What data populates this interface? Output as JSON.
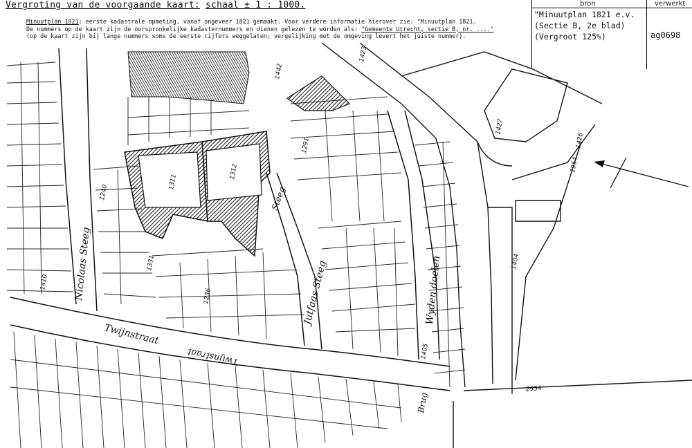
{
  "header": {
    "title_prefix": "Vergroting van de voorgaande kaart:",
    "scale_label": "schaal ± 1 : 1000."
  },
  "note": {
    "line1_lead": "Minuutplan 1821",
    "line1_rest": ": eerste kadastrale opmeting, vanaf ongeveer 1821 gemaakt. Voor verdere informatie hierover zie: \"Minuutplan 1821.",
    "line2_lead": "De nummers op de kaart zijn de oorspronkelijke kadasternummers en dienen gelezen te worden als:",
    "line2_ref": "\"Gemeente Utrecht, sectie B, nr. ....\"",
    "line3": "(op de kaart zijn bij lange nummers soms de eerste cijfers weggelaten; vergelijking met de omgeving levert het juiste nummer)."
  },
  "info_table": {
    "col_source": "bron",
    "col_processed": "verwerkt",
    "source_lines": [
      "\"Minuutplan 1821 e.v.",
      "(Sectie B, 2e blad)",
      "(Vergroot 125%)"
    ],
    "processed_code": "ag0698"
  },
  "map": {
    "street_labels": [
      "Nicolaas Steeg",
      "Twijnstraat",
      "Twijnstraat",
      "Jutfaas Steeg",
      "Wyden doelen",
      "Steeg",
      "Brug"
    ],
    "parcel_numbers": [
      "1442",
      "1423",
      "1427",
      "1426",
      "1311",
      "1312",
      "1331",
      "1405",
      "1404",
      "1954",
      "1410",
      "2954",
      "1291",
      "1240",
      "1236"
    ]
  }
}
